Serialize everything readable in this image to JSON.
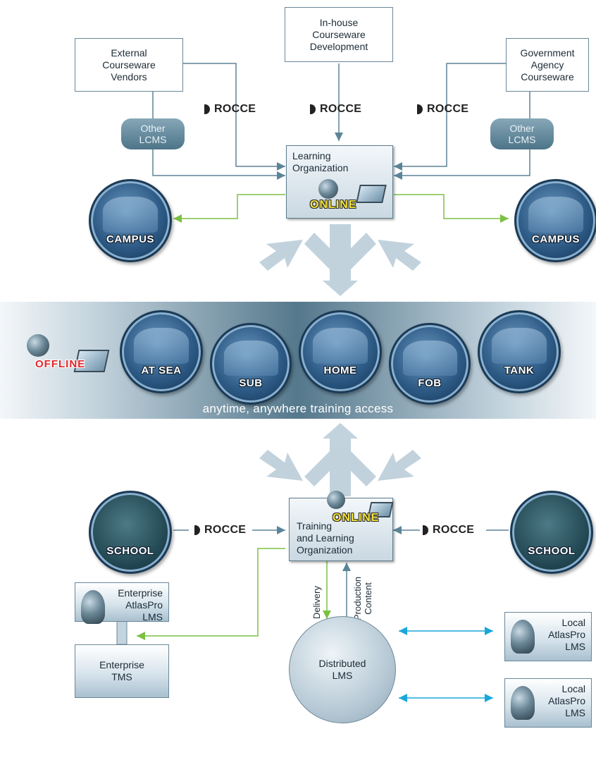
{
  "top": {
    "external_vendors": [
      "External",
      "Courseware",
      "Vendors"
    ],
    "inhouse_dev": [
      "In-house",
      "Courseware",
      "Development"
    ],
    "government": [
      "Government",
      "Agency",
      "Courseware"
    ],
    "lcms_left": [
      "Other",
      "LCMS"
    ],
    "lcms_right": [
      "Other",
      "LCMS"
    ],
    "rocce_label": "ROCCE",
    "hub": [
      "Learning",
      "Organization"
    ],
    "online_label": "ONLINE",
    "campus_left": "CAMPUS",
    "campus_right": "CAMPUS"
  },
  "band": {
    "offline_label": "OFFLINE",
    "locations": [
      "AT SEA",
      "SUB",
      "HOME",
      "FOB",
      "TANK"
    ],
    "caption": "anytime, anywhere training access"
  },
  "bottom": {
    "hub": [
      "Training",
      "and Learning",
      "Organization"
    ],
    "online_label": "ONLINE",
    "rocce_label": "ROCCE",
    "school_left": "SCHOOL",
    "school_right": "SCHOOL",
    "delivery_label": "Delivery",
    "production_label": [
      "Production",
      "Content"
    ],
    "enterprise_lms": [
      "Enterprise",
      "AtlasPro",
      "LMS"
    ],
    "enterprise_tms": [
      "Enterprise",
      "TMS"
    ],
    "distributed_lms": [
      "Distributed",
      "LMS"
    ],
    "local_lms_1": [
      "Local",
      "AtlasPro",
      "LMS"
    ],
    "local_lms_2": [
      "Local",
      "AtlasPro",
      "LMS"
    ]
  },
  "colors": {
    "arrow_blue": "#5c8499",
    "arrow_green": "#7bc043",
    "arrow_cyan": "#1aa7d9",
    "fan_blue": "#b7cbd8",
    "online_yellow": "#f6e43a",
    "offline_red": "#e0252a"
  },
  "icons": {
    "online": "globe-laptop-icon",
    "offline": "globe-laptop-icon",
    "atlas": "atlas-mascot-icon"
  }
}
